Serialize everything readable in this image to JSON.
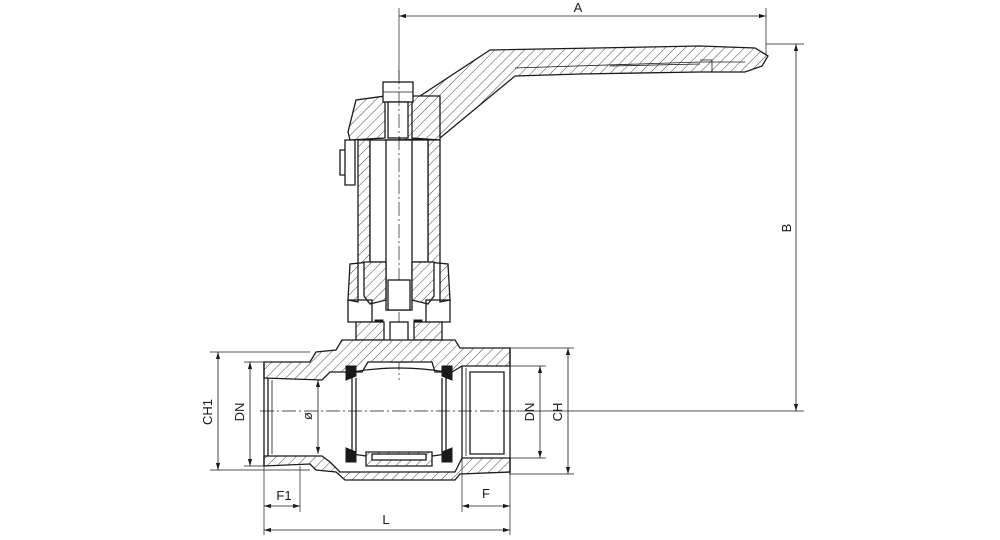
{
  "labels": {
    "A": "A",
    "B": "B",
    "L": "L",
    "F": "F",
    "F1": "F1",
    "CH": "CH",
    "CH1": "CH1",
    "DN_left": "DN",
    "DN_right": "DN",
    "diameter": "ø"
  },
  "colors": {
    "ink": "#1a1a1a",
    "background": "#ffffff"
  }
}
